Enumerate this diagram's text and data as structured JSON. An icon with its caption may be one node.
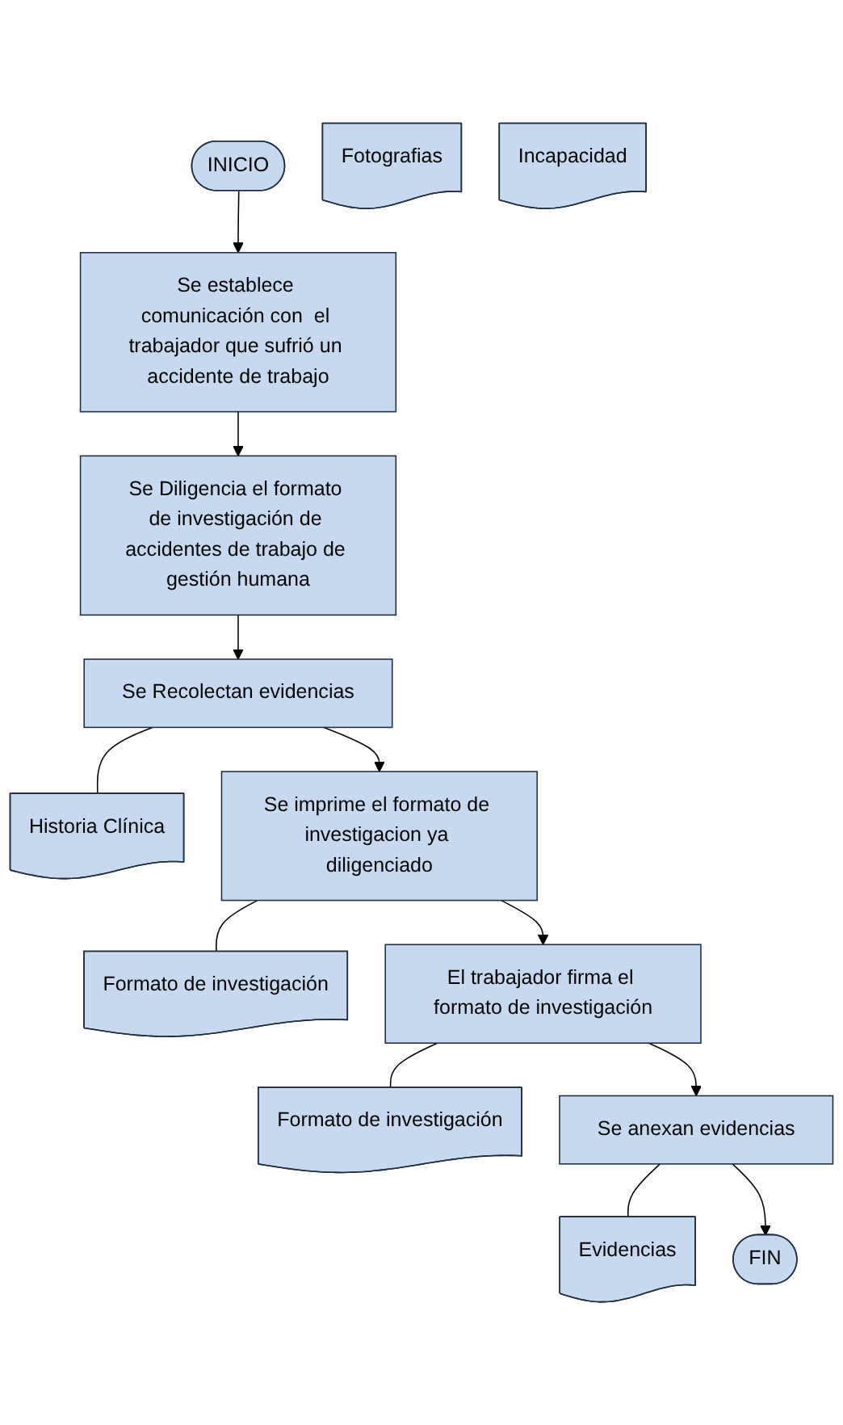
{
  "diagram": {
    "nodes": [
      {
        "text": [
          "INICIO"
        ]
      },
      {
        "text": [
          "Se establece comunicación con  el trabajador que sufrió un accidente de trabajo"
        ]
      },
      {
        "text": [
          "Se Diligencia el formato de investigación de accidentes de trabajo de gestión humana"
        ]
      },
      {
        "text": [
          "Se Recolectan evidencias"
        ]
      },
      {
        "text": [
          "Fotografias"
        ]
      },
      {
        "text": [
          "Incapacidad"
        ]
      },
      {
        "text": [
          "Historia Clínica"
        ]
      },
      {
        "text": [
          "Se imprime el formato de investigacion ya diligenciado"
        ]
      },
      {
        "text": [
          "Formato de investigación"
        ]
      },
      {
        "text": [
          "El trabajador firma el formato de investigación"
        ]
      },
      {
        "text": [
          "Formato de investigación"
        ]
      },
      {
        "text": [
          "Se anexan evidencias"
        ]
      },
      {
        "text": [
          "Evidencias"
        ]
      },
      {
        "text": [
          "FIN"
        ]
      }
    ],
    "edges": [
      {
        "from": 0,
        "to": 1,
        "arrow": "to"
      },
      {
        "from": 1,
        "to": 2,
        "arrow": "to"
      },
      {
        "from": 2,
        "to": 3,
        "arrow": "to"
      },
      {
        "from": 3,
        "to": 6,
        "arrow": "none"
      },
      {
        "from": 3,
        "to": 7,
        "arrow": "to"
      },
      {
        "from": 7,
        "to": 8,
        "arrow": "none"
      },
      {
        "from": 7,
        "to": 9,
        "arrow": "to"
      },
      {
        "from": 9,
        "to": 10,
        "arrow": "none"
      },
      {
        "from": 9,
        "to": 11,
        "arrow": "to"
      },
      {
        "from": 11,
        "to": 12,
        "arrow": "none"
      },
      {
        "from": 11,
        "to": 13,
        "arrow": "to"
      }
    ]
  }
}
